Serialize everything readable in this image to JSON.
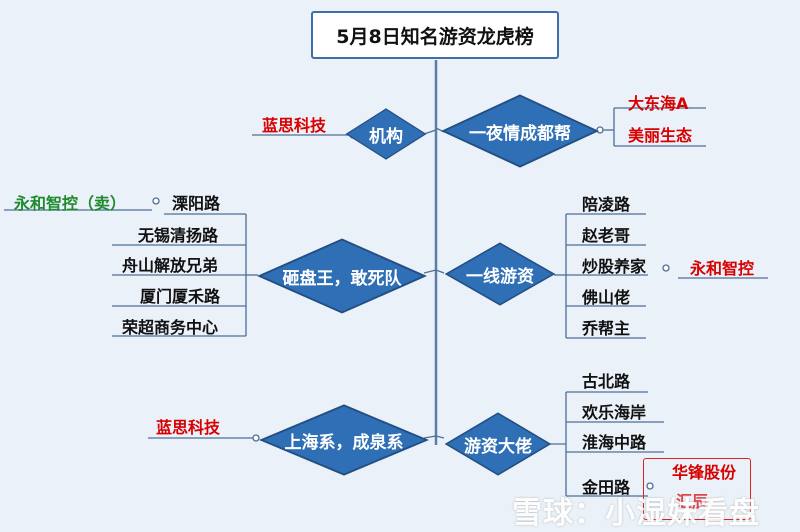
{
  "title": "5月8日知名游资龙虎榜",
  "hubs": {
    "jigou": "机构",
    "yiye": "一夜情成都帮",
    "zapan": "砸盘王，敢死队",
    "yixian": "一线游资",
    "shanghai": "上海系，成泉系",
    "youzi": "游资大佬"
  },
  "leaves": {
    "lanse1": "蓝思科技",
    "dadonghai": "大东海A",
    "meili": "美丽生态",
    "yonghe_sell": "永和智控（卖）",
    "liyang": "溧阳路",
    "wuxi": "无锡清扬路",
    "zhoushan": "舟山解放兄弟",
    "xiamen": "厦门厦禾路",
    "rongchao": "荣超商务中心",
    "peiling": "陪凌路",
    "zhaolaoge": "赵老哥",
    "chaogu": "炒股养家",
    "yonghe": "永和智控",
    "foshan": "佛山佬",
    "qiaobang": "乔帮主",
    "lanse2": "蓝思科技",
    "gubei": "古北路",
    "huanle": "欢乐海岸",
    "huaihai": "淮海中路",
    "jintian": "金田路",
    "huafeng": "华锋股份",
    "partial": "汇辰"
  },
  "watermark": "雪球：小湿妹看盘",
  "colors": {
    "background": "#eaf1f8",
    "diamond": "#2f6fb5",
    "line": "#4e6f96",
    "red": "#d80000",
    "green": "#1f8a2e"
  }
}
